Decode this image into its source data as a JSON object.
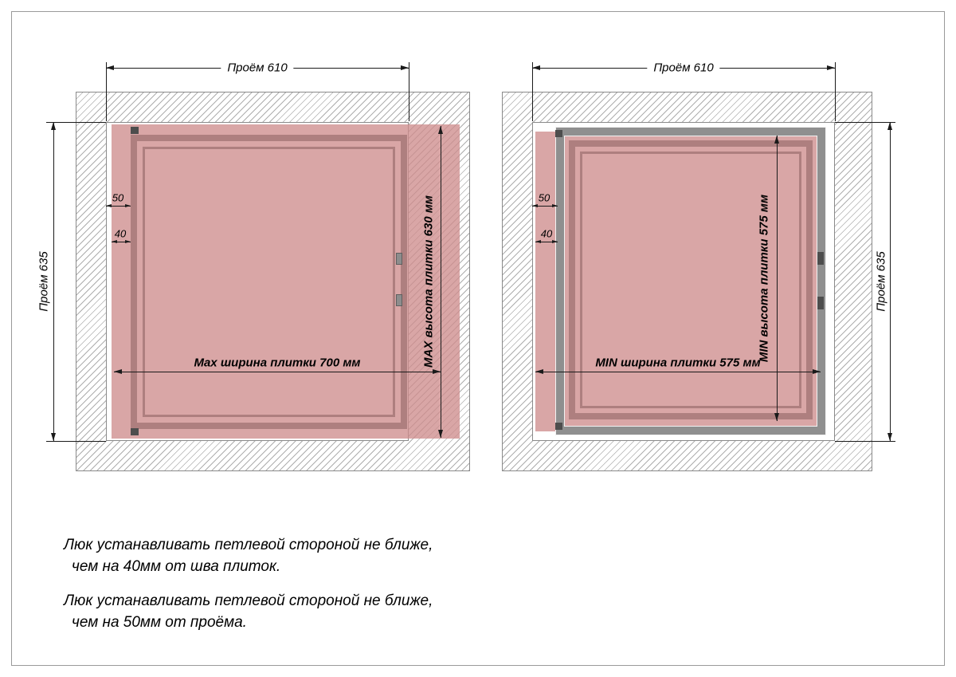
{
  "left": {
    "top_dim": "Проём 610",
    "side_dim": "Проём 635",
    "offset_from_opening": "50",
    "offset_from_seam": "40",
    "tile_width": "Max ширина плитки 700 мм",
    "tile_height": "MAX высота плитки 630 мм"
  },
  "right": {
    "top_dim": "Проём 610",
    "side_dim": "Проём 635",
    "offset_from_opening": "50",
    "offset_from_seam": "40",
    "tile_width": "MIN ширина плитки 575 мм",
    "tile_height": "MIN высота плитки 575 мм"
  },
  "notes": {
    "note1_line1": "Люк устанавливать петлевой стороной не ближе,",
    "note1_line2": "чем на 40мм от шва плиток.",
    "note2_line1": "Люк устанавливать петлевой стороной не ближе,",
    "note2_line2": "чем на 50мм от проёма."
  },
  "colors": {
    "tile_pink": "#d9a6a6",
    "tile_frame": "#ae7f7f",
    "hatch_frame_gray": "#8f8f8f",
    "dimension_line": "#1a1a1a"
  }
}
